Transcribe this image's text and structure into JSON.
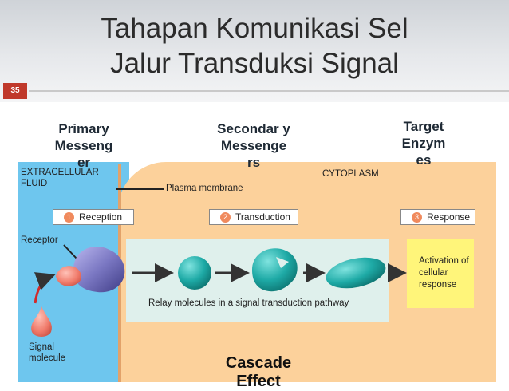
{
  "slide": {
    "title_line1": "Tahapan Komunikasi Sel",
    "title_line2": "Jalur Transduksi Signal",
    "slide_number": "35"
  },
  "headings": {
    "primary": "Primary Messeng er",
    "secondary": "Secondar y Messenge rs",
    "target": "Target Enzym es",
    "cascade": "Cascade Effect"
  },
  "diagram": {
    "extracellular_label": "EXTRACELLULAR FLUID",
    "cytoplasm_label": "CYTOPLASM",
    "plasma_membrane_label": "Plasma membrane",
    "receptor_label": "Receptor",
    "signal_molecule_label": "Signal molecule",
    "relay_label": "Relay molecules in a signal transduction pathway",
    "response_text": "Activation of cellular response",
    "steps": [
      {
        "num": "1",
        "label": "Reception"
      },
      {
        "num": "2",
        "label": "Transduction"
      },
      {
        "num": "3",
        "label": "Response"
      }
    ]
  },
  "colors": {
    "extracellular": "#6ec6ee",
    "cytoplasm": "#fcd19b",
    "relay_panel": "#dff0ec",
    "response_panel": "#fff57a",
    "step_number": "#f08a5d",
    "relay_molecule": "#1eaaa6",
    "receptor": "#7a77c2",
    "signal": "#f07a6a",
    "slide_number_badge": "#c0392b"
  }
}
